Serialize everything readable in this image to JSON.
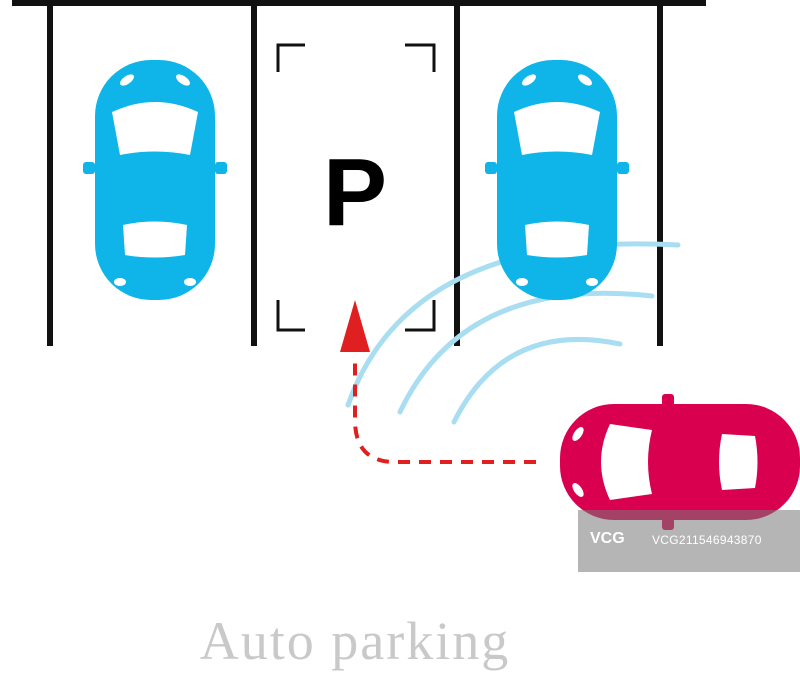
{
  "parking_spot": {
    "label": "P"
  },
  "caption": "Auto parking",
  "watermark": {
    "logo": "VCG",
    "id": "VCG211546943870"
  },
  "colors": {
    "parked_car": "#0FB5E8",
    "moving_car": "#D9004F",
    "path": "#E02020",
    "sensor_waves": "#A8DDF2",
    "lines": "#111111",
    "caption": "#C9C9C9"
  },
  "icons": [
    "parked-car-icon",
    "parked-car-icon",
    "moving-car-icon",
    "arrow-up-icon",
    "sensor-wave-icon"
  ]
}
